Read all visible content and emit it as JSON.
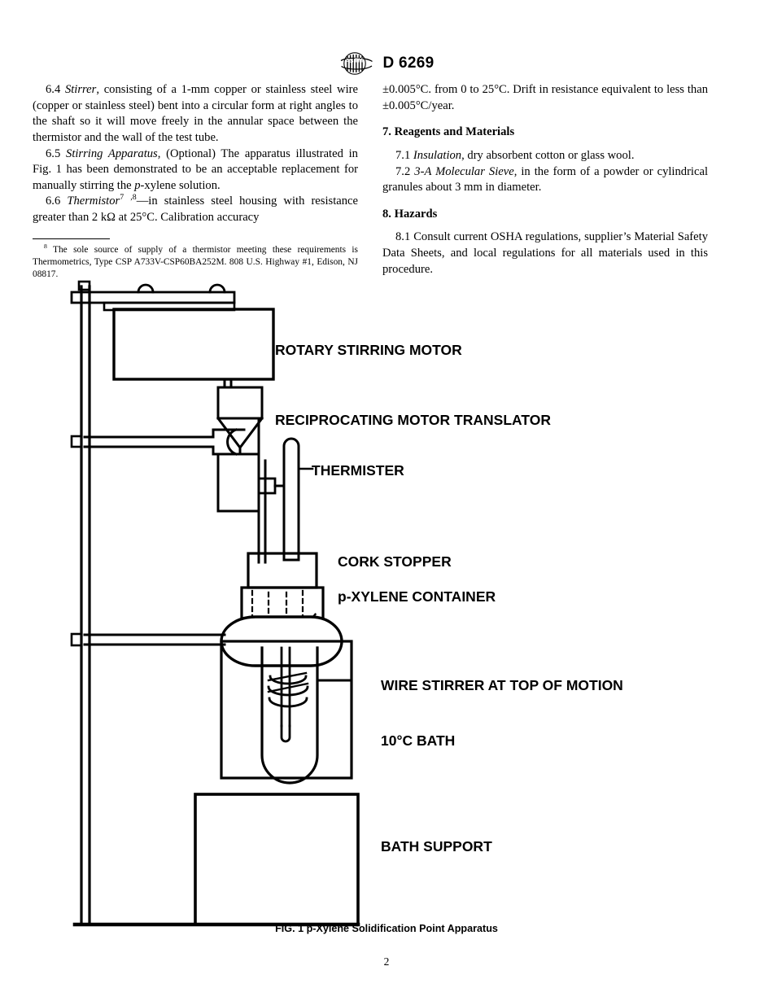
{
  "header": {
    "logo_name": "astm-logo",
    "designation": "D 6269"
  },
  "left_column": {
    "para_6_4": {
      "number": "6.4",
      "term": "Stirrer",
      "rest": ", consisting of a 1-mm copper or stainless steel wire (copper or stainless steel) bent into a circular form at right angles to the shaft so it will move freely in the annular space between the thermistor and the wall of the test tube."
    },
    "para_6_5": {
      "number": "6.5",
      "term": "Stirring Apparatus",
      "rest_a": ", (Optional) The apparatus illustrated in Fig. 1 has been demonstrated to be an acceptable replacement for manually stirring the ",
      "italic_b": "p",
      "rest_b": "-xylene solution."
    },
    "para_6_6": {
      "number": "6.6",
      "term": "Thermistor",
      "sup_a": "7",
      "sup_b": ",8",
      "rest": "—in stainless steel housing with resistance greater than 2 kΩ at 25°C. Calibration accuracy"
    },
    "footnote": {
      "marker": "8",
      "text": "The sole source of supply of a thermistor meeting these requirements is Thermometrics, Type CSP A733V-CSP60BA252M. 808 U.S. Highway #1, Edison, NJ 08817."
    }
  },
  "right_column": {
    "para_6_6_cont": "±0.005°C. from 0 to 25°C. Drift in resistance equivalent to less than ±0.005°C/year.",
    "heading_7": "7.  Reagents and Materials",
    "para_7_1": {
      "number": "7.1",
      "term": "Insulation",
      "rest": ", dry absorbent cotton or glass wool."
    },
    "para_7_2": {
      "number": "7.2",
      "term": "3-A Molecular Sieve",
      "rest": ", in the form of a powder or cylindrical granules about 3 mm in diameter."
    },
    "heading_8": "8.  Hazards",
    "para_8_1": {
      "number": "8.1",
      "rest": "Consult current OSHA regulations, supplier’s Material Safety Data Sheets, and local regulations for all materials used in this procedure."
    }
  },
  "figure": {
    "labels": {
      "rotary_stirring_motor": "ROTARY STIRRING MOTOR",
      "reciprocating_motor_translator": "RECIPROCATING MOTOR TRANSLATOR",
      "thermister": "THERMISTER",
      "cork_stopper": "CORK STOPPER",
      "p_xylene_container": "p-XYLENE CONTAINER",
      "wire_stirrer": "WIRE STIRRER AT TOP OF MOTION",
      "bath": "10°C BATH",
      "bath_support": "BATH SUPPORT"
    },
    "caption": "FIG. 1 p-Xylene Solidification Point Apparatus"
  },
  "footer": {
    "page_number": "2"
  },
  "colors": {
    "ink": "#000000",
    "paper": "#ffffff"
  }
}
